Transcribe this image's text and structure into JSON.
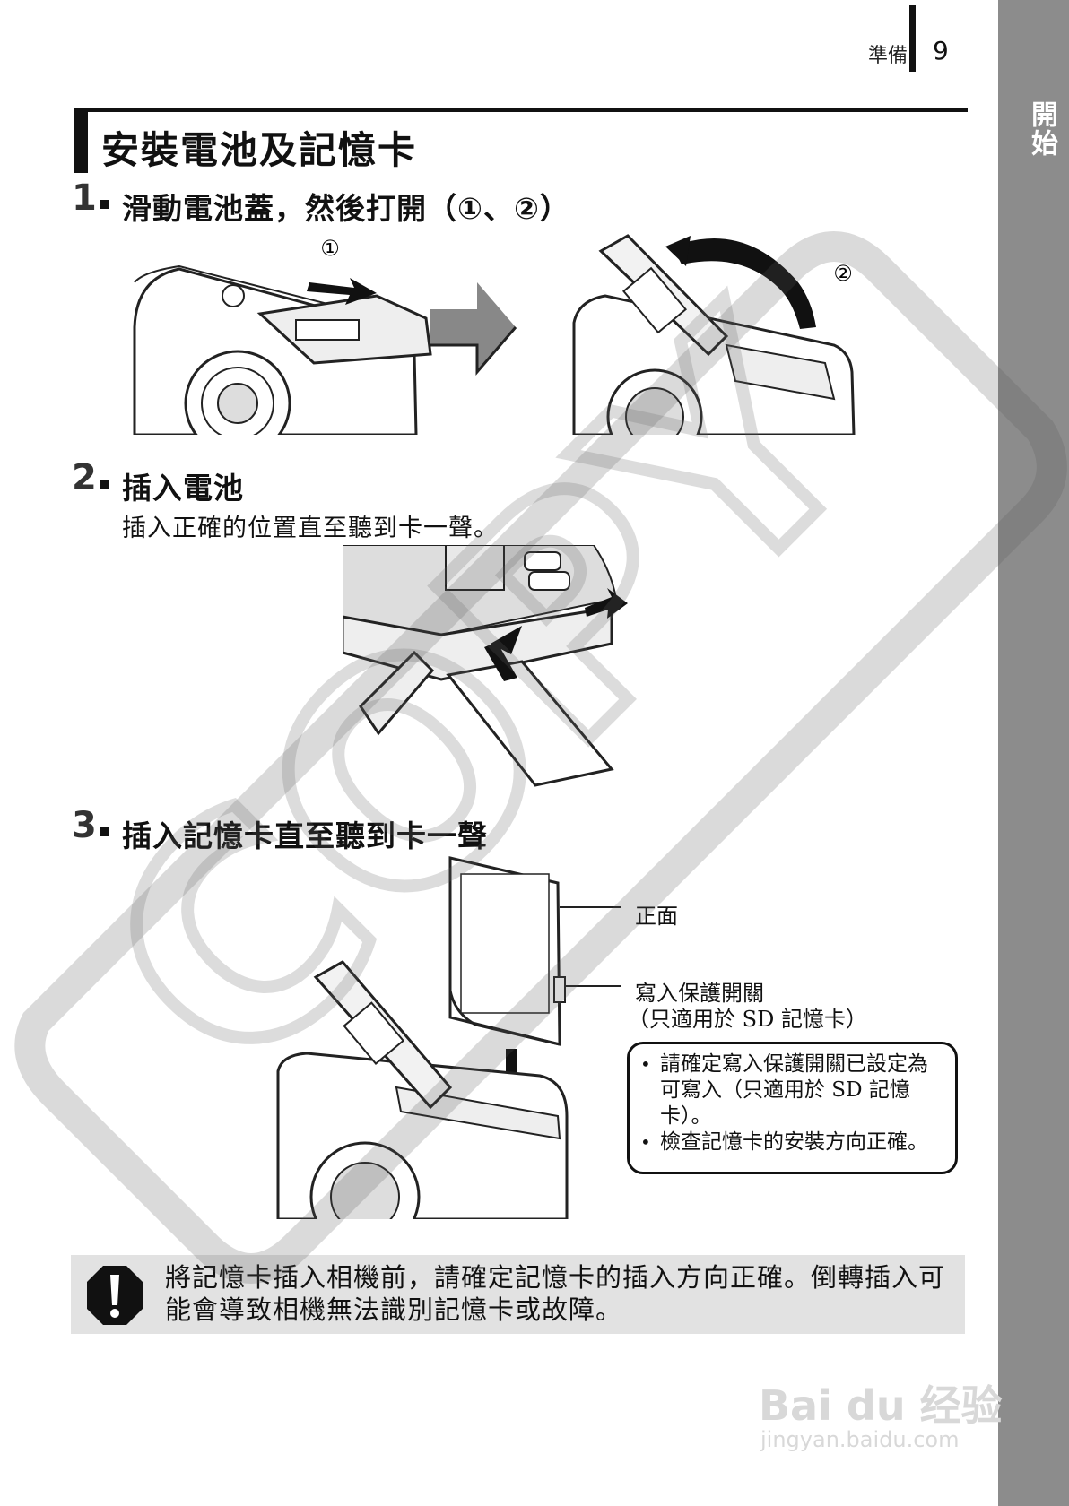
{
  "header": {
    "section": "準備",
    "page_number": "9"
  },
  "side_tab": {
    "label": "開始"
  },
  "title": "安裝電池及記憶卡",
  "steps": [
    {
      "number": "1",
      "text": "滑動電池蓋，然後打開（①、②）"
    },
    {
      "number": "2",
      "text": "插入電池",
      "description": "插入正確的位置直至聽到卡一聲。"
    },
    {
      "number": "3",
      "text": "插入記憶卡直至聽到卡一聲"
    }
  ],
  "figure1": {
    "marker1": "1",
    "marker2": "2"
  },
  "card_labels": {
    "front": "正面",
    "write_protect": "寫入保護開關",
    "write_protect_note": "（只適用於 SD 記憶卡）"
  },
  "note": {
    "items": [
      "請確定寫入保護開關已設定為可寫入（只適用於 SD 記憶卡）。",
      "檢查記憶卡的安裝方向正確。"
    ]
  },
  "caution": {
    "text": "將記憶卡插入相機前，請確定記憶卡的插入方向正確。倒轉插入可能會導致相機無法識別記憶卡或故障。"
  },
  "watermark": {
    "text": "COPY",
    "brand": "Bai du 经验",
    "url": "jingyan.baidu.com"
  }
}
